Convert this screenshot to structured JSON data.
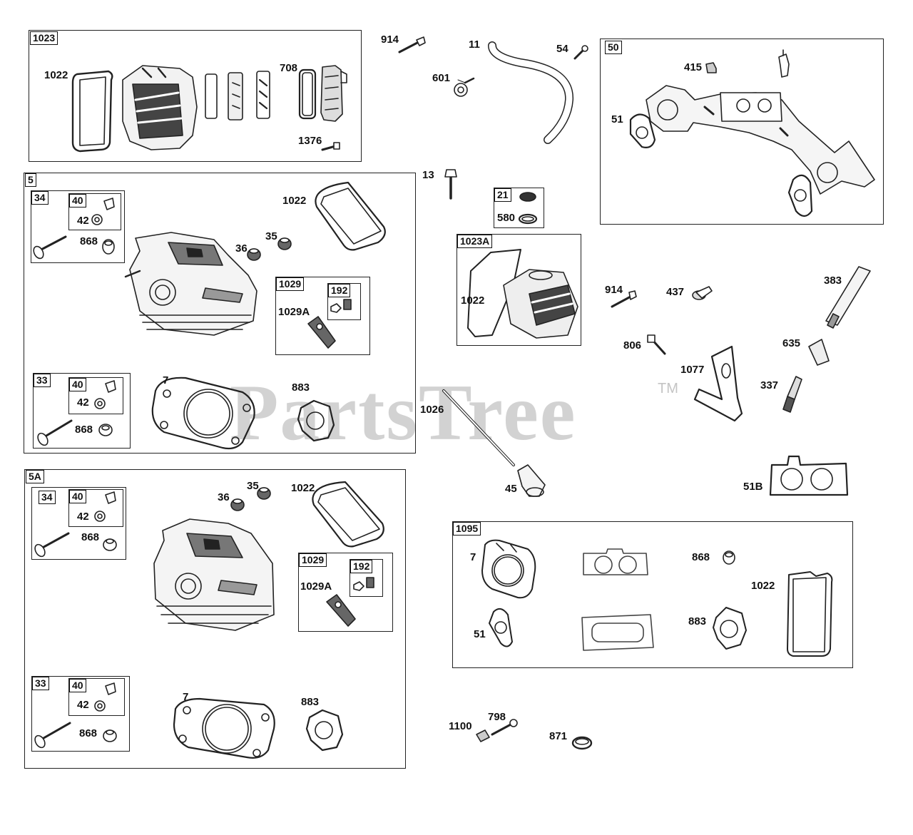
{
  "watermark": {
    "text": "PartsTree",
    "mark": "TM"
  },
  "groups": [
    {
      "id": "1023"
    },
    {
      "id": "5"
    },
    {
      "id": "5A"
    },
    {
      "id": "50"
    },
    {
      "id": "1023A"
    },
    {
      "id": "1095"
    },
    {
      "id": "21"
    }
  ],
  "sub_groups": {
    "g5_34": "34",
    "g5_40a": "40",
    "g5_1029": "1029",
    "g5_192": "192",
    "g5_33": "33",
    "g5_40b": "40",
    "g5a_34": "34",
    "g5a_40a": "40",
    "g5a_1029": "1029",
    "g5a_192": "192",
    "g5a_33": "33",
    "g5a_40b": "40"
  },
  "labels": {
    "l1022a": "1022",
    "l708": "708",
    "l1376": "1376",
    "l914a": "914",
    "l11": "11",
    "l54": "54",
    "l601": "601",
    "l415": "415",
    "l51a": "51",
    "l13": "13",
    "l580": "580",
    "l1022b": "1022",
    "l42a": "42",
    "l868a": "868",
    "l36a": "36",
    "l35a": "35",
    "l1029Aa": "1029A",
    "l42b": "42",
    "l868b": "868",
    "l7a": "7",
    "l883a": "883",
    "l1022c": "1022",
    "l914b": "914",
    "l437": "437",
    "l383": "383",
    "l806": "806",
    "l635": "635",
    "l1077": "1077",
    "l337": "337",
    "l1026": "1026",
    "l45": "45",
    "l51B": "51B",
    "l35b": "35",
    "l36b": "36",
    "l1022d": "1022",
    "l42c": "42",
    "l868c": "868",
    "l1029Ab": "1029A",
    "l42d": "42",
    "l868d": "868",
    "l7b": "7",
    "l883b": "883",
    "l7c": "7",
    "l868e": "868",
    "l1022e": "1022",
    "l51c": "51",
    "l883c": "883",
    "l1100": "1100",
    "l798": "798",
    "l871": "871"
  }
}
